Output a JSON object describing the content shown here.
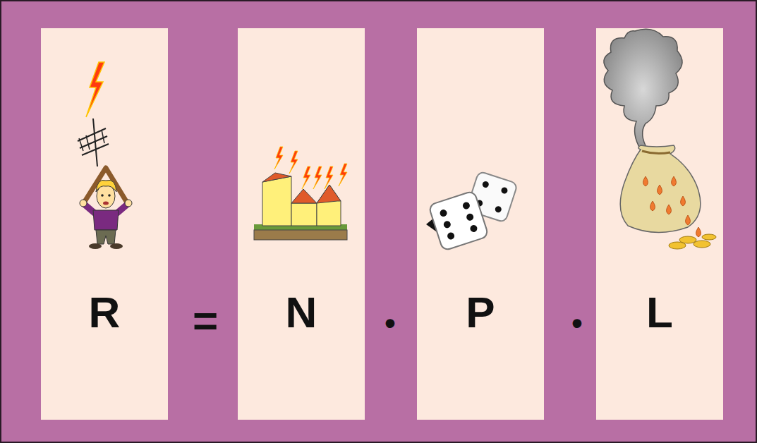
{
  "diagram": {
    "nodes": [
      {
        "text": [
          "R"
        ]
      },
      {
        "text": [
          "N"
        ]
      },
      {
        "text": [
          "P"
        ]
      },
      {
        "text": [
          "L"
        ]
      }
    ],
    "labels": [
      "=",
      "•",
      "•"
    ]
  }
}
